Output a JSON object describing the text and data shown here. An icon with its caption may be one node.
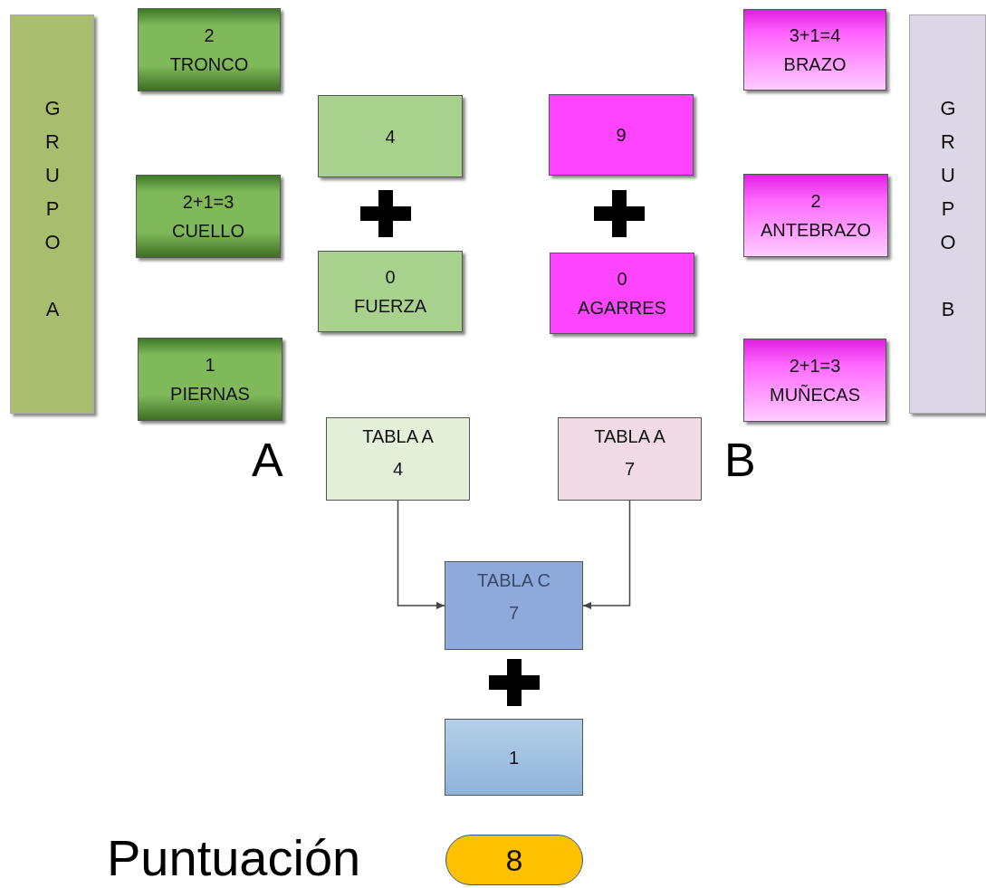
{
  "diagram": {
    "nodes": [
      {
        "text": [
          "GRUPO A"
        ]
      },
      {
        "text": [
          "2",
          "TRONCO"
        ]
      },
      {
        "text": [
          "4"
        ]
      },
      {
        "text": [
          "9"
        ]
      },
      {
        "text": [
          "3+1=4",
          "BRAZO"
        ]
      },
      {
        "text": [
          "GRUPO B"
        ]
      },
      {
        "text": [
          "2+1=3",
          "CUELLO"
        ]
      },
      {
        "text": [
          "2",
          "ANTEBRAZO"
        ]
      },
      {
        "text": [
          "0",
          "FUERZA"
        ]
      },
      {
        "text": [
          "0",
          "AGARRES"
        ]
      },
      {
        "text": [
          "1",
          "PIERNAS"
        ]
      },
      {
        "text": [
          "2+1=3",
          "MUÑECAS"
        ]
      },
      {
        "text": [
          "TABLA A",
          "4"
        ]
      },
      {
        "text": [
          "TABLA A",
          "7"
        ]
      },
      {
        "text": [
          "TABLA C",
          "7"
        ]
      },
      {
        "text": [
          "1"
        ]
      },
      {
        "text": [
          "8"
        ]
      }
    ],
    "edges": [
      {
        "from": 12,
        "to": 14,
        "arrow": "to"
      },
      {
        "from": 13,
        "to": 14,
        "arrow": "to"
      }
    ],
    "labels": [
      "A",
      "B",
      "Puntuación"
    ]
  }
}
